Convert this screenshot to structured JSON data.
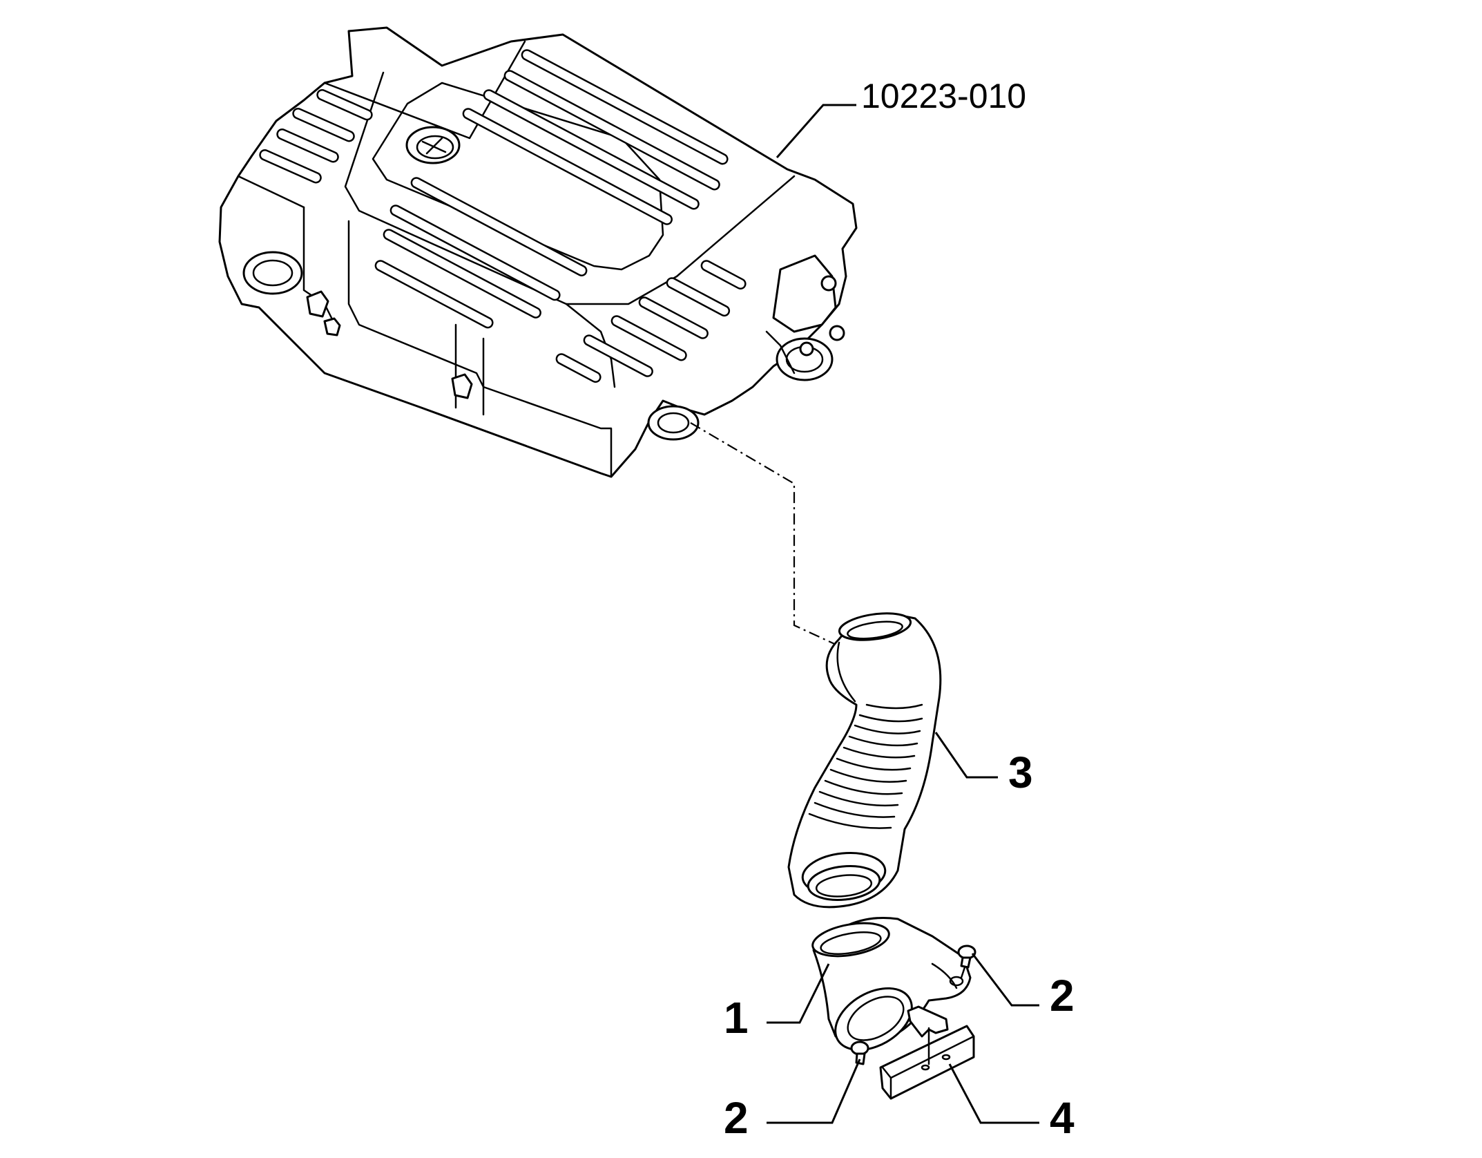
{
  "reference_code": "10223-010",
  "callouts": {
    "hose": "3",
    "elbow": "1",
    "screw_upper": "2",
    "screw_lower": "2",
    "bracket": "4"
  }
}
